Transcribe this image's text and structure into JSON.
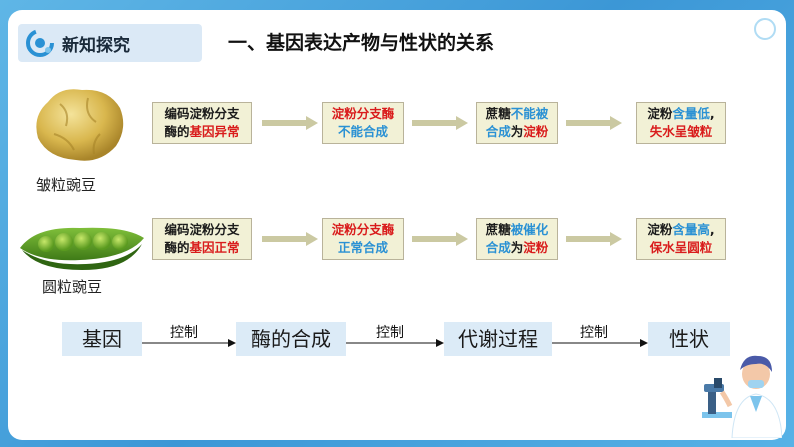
{
  "header": {
    "title": "新知探究"
  },
  "section_title": "一、基因表达产物与性状的关系",
  "rows": [
    {
      "pea_label": "皱粒豌豆",
      "steps": [
        {
          "l1": [
            {
              "t": "编码淀粉分支",
              "c": "black"
            }
          ],
          "l2": [
            {
              "t": "酶的",
              "c": "black"
            },
            {
              "t": "基因异常",
              "c": "red"
            }
          ]
        },
        {
          "l1": [
            {
              "t": "淀粉分支酶",
              "c": "red"
            }
          ],
          "l2": [
            {
              "t": "不能合成",
              "c": "blue"
            }
          ]
        },
        {
          "l1": [
            {
              "t": "蔗糖",
              "c": "black"
            },
            {
              "t": "不能被",
              "c": "blue"
            }
          ],
          "l2": [
            {
              "t": "合成",
              "c": "blue"
            },
            {
              "t": "为",
              "c": "black"
            },
            {
              "t": "淀粉",
              "c": "red"
            }
          ]
        },
        {
          "l1": [
            {
              "t": "淀粉",
              "c": "black"
            },
            {
              "t": "含量低",
              "c": "blue"
            },
            {
              "t": ",",
              "c": "black"
            }
          ],
          "l2": [
            {
              "t": "失水呈皱粒",
              "c": "red"
            }
          ]
        }
      ]
    },
    {
      "pea_label": "圆粒豌豆",
      "steps": [
        {
          "l1": [
            {
              "t": "编码淀粉分支",
              "c": "black"
            }
          ],
          "l2": [
            {
              "t": "酶的",
              "c": "black"
            },
            {
              "t": "基因正常",
              "c": "red"
            }
          ]
        },
        {
          "l1": [
            {
              "t": "淀粉分支酶",
              "c": "red"
            }
          ],
          "l2": [
            {
              "t": "正常合成",
              "c": "blue"
            }
          ]
        },
        {
          "l1": [
            {
              "t": "蔗糖",
              "c": "black"
            },
            {
              "t": "被催化",
              "c": "blue"
            }
          ],
          "l2": [
            {
              "t": "合成",
              "c": "blue"
            },
            {
              "t": "为",
              "c": "black"
            },
            {
              "t": "淀粉",
              "c": "red"
            }
          ]
        },
        {
          "l1": [
            {
              "t": "淀粉",
              "c": "black"
            },
            {
              "t": "含量高",
              "c": "blue"
            },
            {
              "t": ",",
              "c": "black"
            }
          ],
          "l2": [
            {
              "t": "保水呈圆粒",
              "c": "red"
            }
          ]
        }
      ]
    }
  ],
  "flow": {
    "nodes": [
      "基因",
      "酶的合成",
      "代谢过程",
      "性状"
    ],
    "edge_label": "控制"
  },
  "colors": {
    "black": "#1b1b1b",
    "red": "#d91c1c",
    "blue": "#2a91d4",
    "box_bg": "#f2f1d6",
    "accent": "#2a91d4"
  }
}
